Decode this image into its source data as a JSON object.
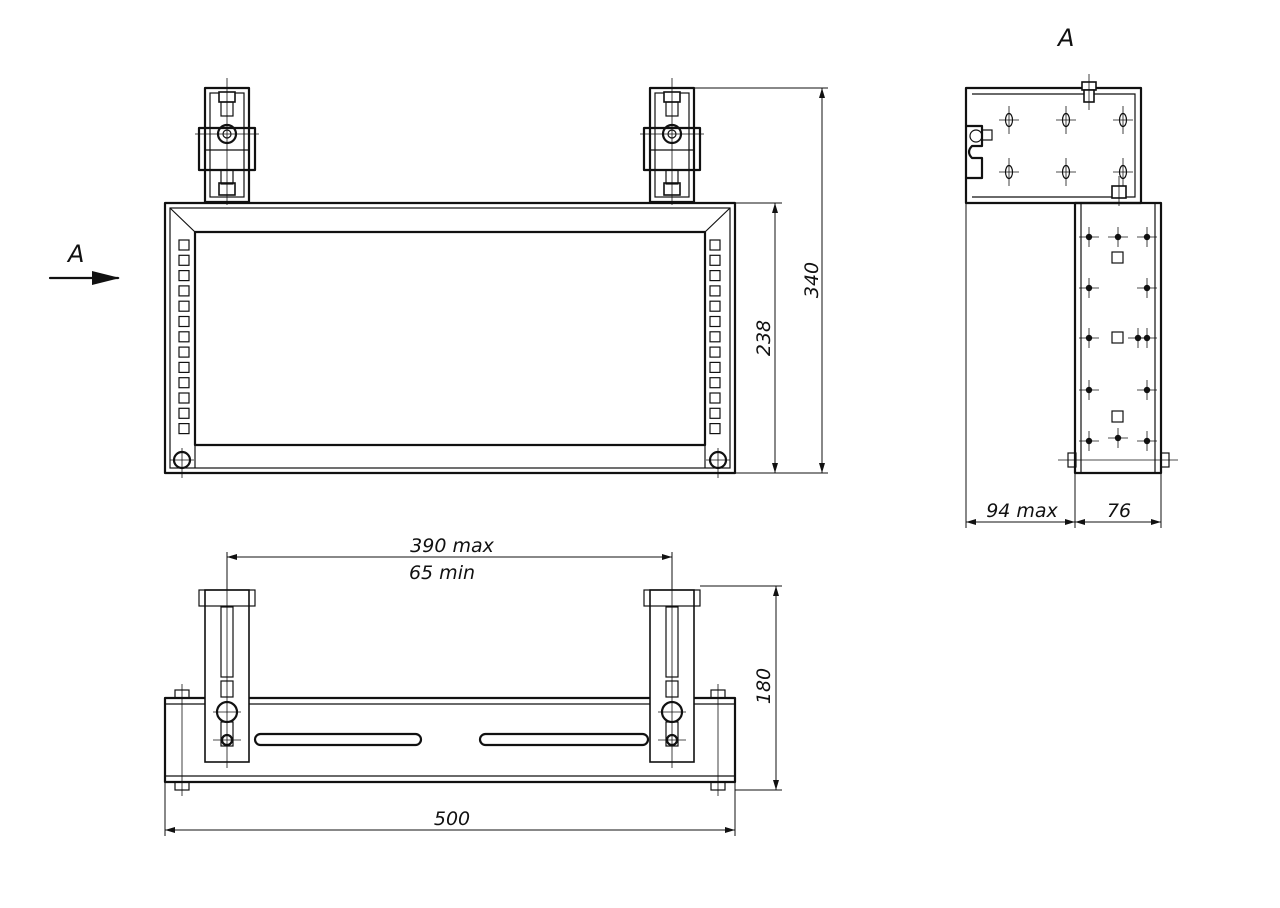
{
  "views": {
    "section_label": "A",
    "view_label": "A"
  },
  "dimensions": {
    "height_total": "340",
    "height_frame": "238",
    "spacing_max": "390 max",
    "spacing_min": "65 min",
    "width_total": "500",
    "height_bottom": "180",
    "depth_max": "94 max",
    "depth_bracket": "76"
  },
  "colors": {
    "line": "#111111",
    "background": "#ffffff"
  }
}
